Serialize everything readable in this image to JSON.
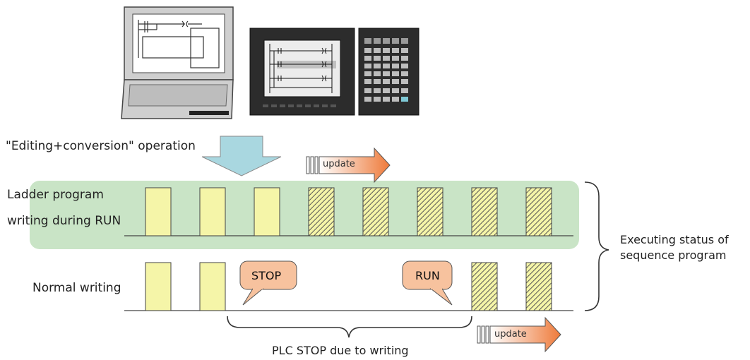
{
  "operation_label": "\"Editing+conversion\" operation",
  "update_label": "update",
  "rows": {
    "ladder_line1": "Ladder program",
    "ladder_line2": "writing during RUN",
    "normal": "Normal writing"
  },
  "bubbles": {
    "stop": "STOP",
    "run": "RUN"
  },
  "status": {
    "line1": "Executing status of",
    "line2": "sequence program"
  },
  "stop_caption": "PLC STOP due to writing",
  "colors": {
    "green_band": "#c9e4c6",
    "plain_block": "#f5f5a8",
    "arrow_blue": "#a9d7e0",
    "update_orange": "#f08a4a",
    "bubble_fill": "#f7c29e"
  }
}
